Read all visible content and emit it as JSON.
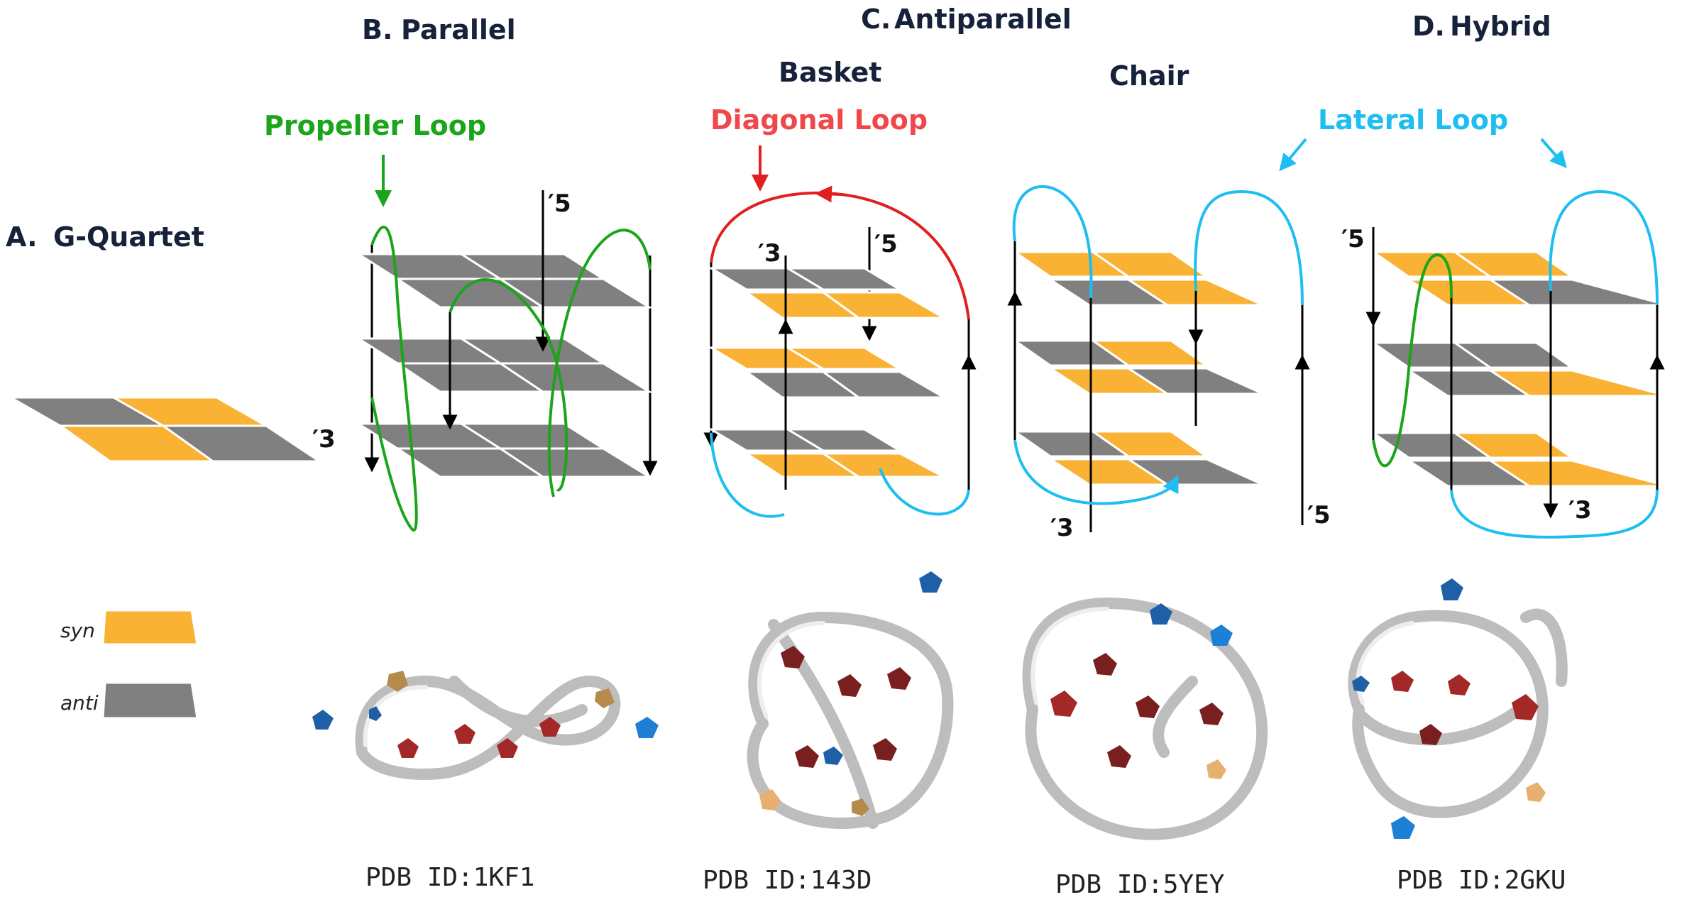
{
  "panels": {
    "a": {
      "letter": "A.",
      "title": "G-Quartet"
    },
    "b": {
      "letter": "B.",
      "title": "Parallel",
      "loop_label": "Propeller Loop",
      "pdb": "PDB ID:1KF1"
    },
    "c": {
      "letter": "C.",
      "title": "Antiparallel",
      "basket": "Basket",
      "chair": "Chair",
      "loop_label": "Diagonal Loop",
      "pdb_basket": "PDB ID:143D",
      "pdb_chair": "PDB ID:5YEY"
    },
    "d": {
      "letter": "D.",
      "title": "Hybrid",
      "loop_label": "Lateral Loop",
      "pdb": "PDB ID:2GKU"
    }
  },
  "ends": {
    "five": "′5",
    "three": "′3"
  },
  "legend": {
    "syn": "syn",
    "anti": "anti"
  },
  "colors": {
    "syn": "#f9b234",
    "anti": "#808080",
    "propeller_loop": "#1aa51a",
    "diagonal_loop": "#f0474b",
    "lateral_loop": "#1ebef0"
  }
}
